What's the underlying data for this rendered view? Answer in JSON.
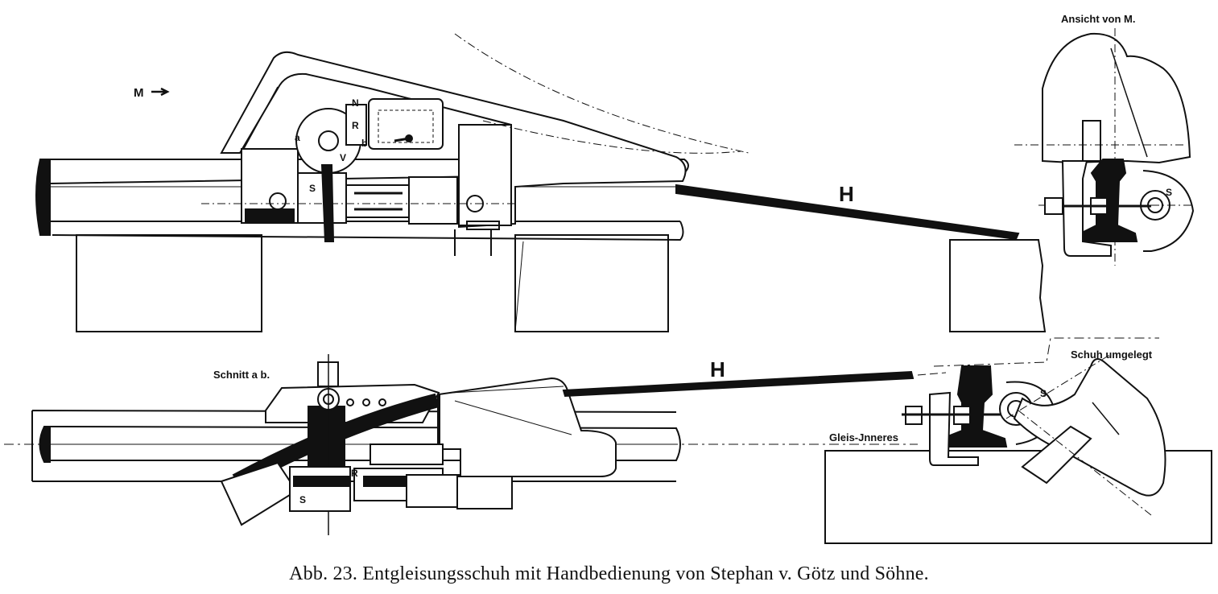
{
  "caption": "Abb. 23. Entgleisungsschuh mit Handbedienung von Stephan v. Götz und Söhne.",
  "labels": {
    "ansicht": "Ansicht von M.",
    "m_arrow": "M",
    "h_top": "H",
    "h_bottom": "H",
    "schnitt": "Schnitt a b.",
    "schuh": "Schuh umgelegt",
    "gleis": "Gleis-Jnneres",
    "n": "N",
    "r_top": "R",
    "r_bottom": "R",
    "a": "a",
    "b": "b",
    "v": "V",
    "s_top": "S",
    "s_side": "S",
    "s_bottom": "S",
    "s_bottom_right": "S"
  },
  "colors": {
    "ink": "#111111",
    "paper": "#ffffff"
  }
}
